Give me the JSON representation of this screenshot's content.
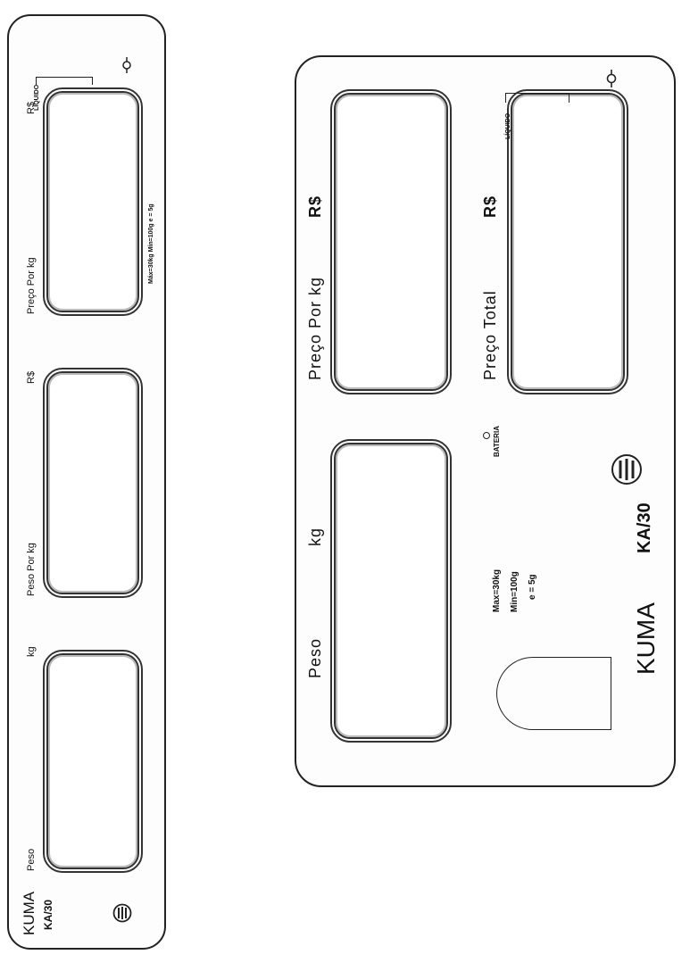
{
  "panel_a": {
    "brand": "KUMA",
    "model": "KA/30",
    "label_peso": "Peso",
    "unit_peso": "kg",
    "label_peso_por_kg": "Peso Por kg",
    "unit_peso_por_kg": "R$",
    "label_preco_por_kg": "Preço Por kg",
    "unit_preco_por_kg": "R$",
    "label_liquido": "LÍQUIDO",
    "spec_text": "Máx=30kg   Mín=100g   e = 5g"
  },
  "panel_b": {
    "brand": "KUMA",
    "model": "KA/30",
    "label_peso": "Peso",
    "unit_peso": "kg",
    "label_preco_por_kg": "Preço Por kg",
    "unit_preco_por_kg": "R$",
    "label_preco_total": "Preço Total",
    "unit_preco_total": "R$",
    "label_liquido": "LÍQUIDO",
    "label_bateria": "BATERIA",
    "spec_max": "Max=30kg",
    "spec_min": "Min=100g",
    "spec_e": "e = 5g"
  },
  "icons": {
    "zero": "zero-indicator-icon",
    "logo": "inmetro-logo-icon",
    "battery": "battery-led-icon"
  }
}
